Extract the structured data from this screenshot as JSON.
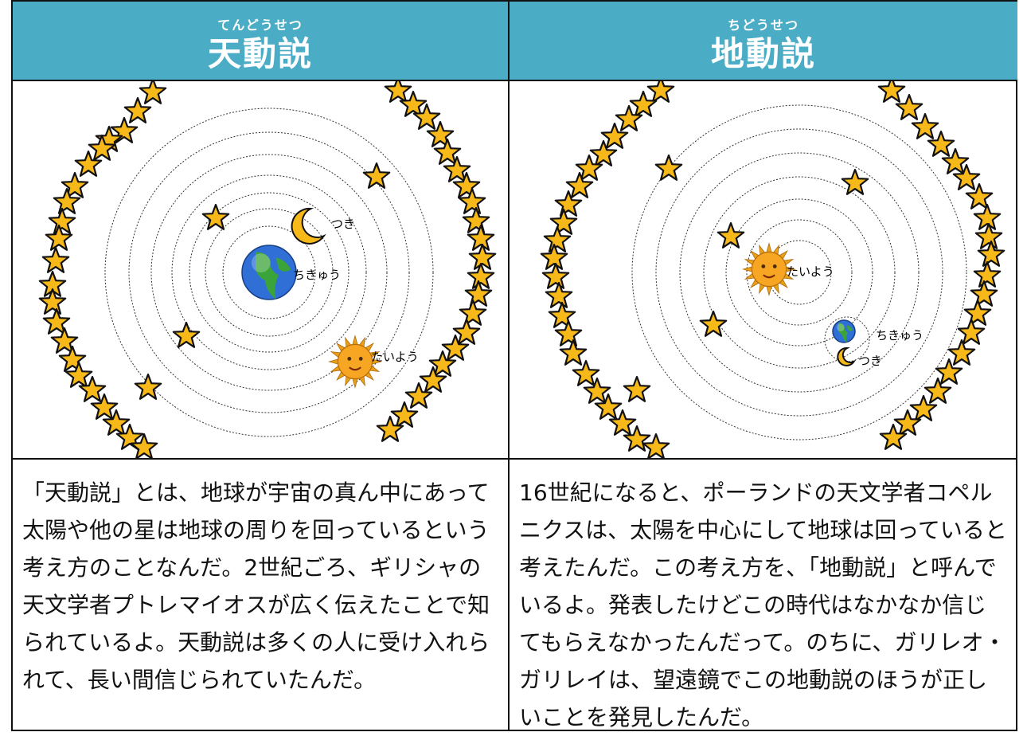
{
  "left": {
    "title_ruby": "てんどうせつ",
    "title": "天動説",
    "labels": {
      "moon": "つき",
      "earth": "ちきゅう",
      "sun": "たいよう"
    },
    "text": "「天動説」とは、地球が宇宙の真ん中にあって太陽や他の星は地球の周りを回っているという考え方のことなんだ。2世紀ごろ、ギリシャの天文学者プトレマイオスが広く伝えたことで知られているよ。天動説は多くの人に受け入れられて、長い間信じられていたんだ。"
  },
  "right": {
    "title_ruby": "ちどうせつ",
    "title": "地動説",
    "labels": {
      "sun": "たいよう",
      "earth": "ちきゅう",
      "moon": "つき"
    },
    "text": "16世紀になると、ポーランドの天文学者コペルニクスは、太陽を中心にして地球は回っていると考えたんだ。この考え方を、「地動説」と呼んでいるよ。発表したけどこの時代はなかなか信じてもらえなかったんだって。のちに、ガリレオ・ガリレイは、望遠鏡でこの地動説のほうが正しいことを発見したんだ。"
  },
  "colors": {
    "header": "#4bacc6",
    "star": "#f7b81a",
    "outline": "#111111"
  }
}
